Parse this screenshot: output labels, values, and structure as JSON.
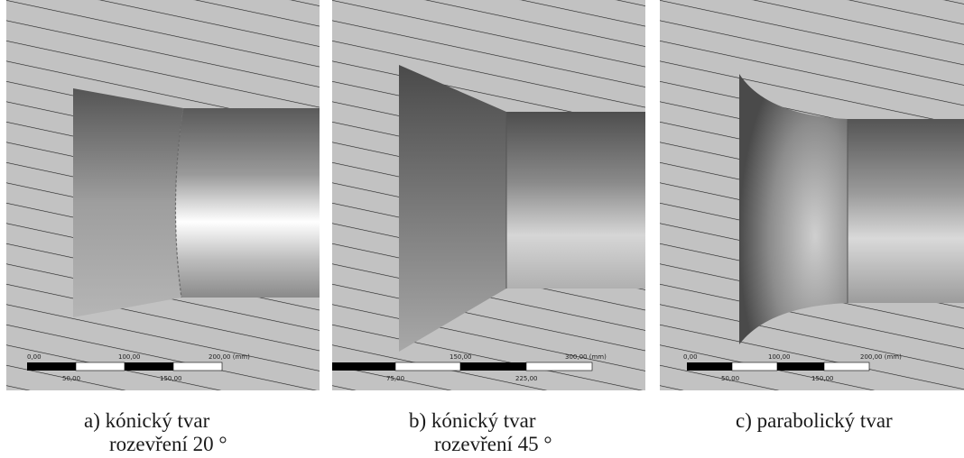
{
  "panels": [
    {
      "id": "a",
      "caption_line1": "a) kónický tvar",
      "caption_line2": "rozevření 20 °",
      "scale": {
        "top_labels": [
          "0,00",
          "100,00",
          "200,00 (mm)"
        ],
        "bottom_labels": [
          "50,00",
          "150,00"
        ]
      }
    },
    {
      "id": "b",
      "caption_line1": "b) kónický tvar",
      "caption_line2": "rozevření 45 °",
      "scale": {
        "top_labels": [
          "150,00",
          "300,00 (mm)"
        ],
        "bottom_labels": [
          "75,00",
          "225,00"
        ]
      }
    },
    {
      "id": "c",
      "caption_line1": "c) parabolický tvar",
      "caption_line2": "",
      "scale": {
        "top_labels": [
          "0,00",
          "100,00",
          "200,00 (mm)"
        ],
        "bottom_labels": [
          "50,00",
          "150,00"
        ]
      }
    }
  ],
  "colors": {
    "background": "#bdbdbd",
    "hatch": "#1e1e1e",
    "surface_dark": "#4a4a4a",
    "surface_light": "#f4f4f4"
  }
}
